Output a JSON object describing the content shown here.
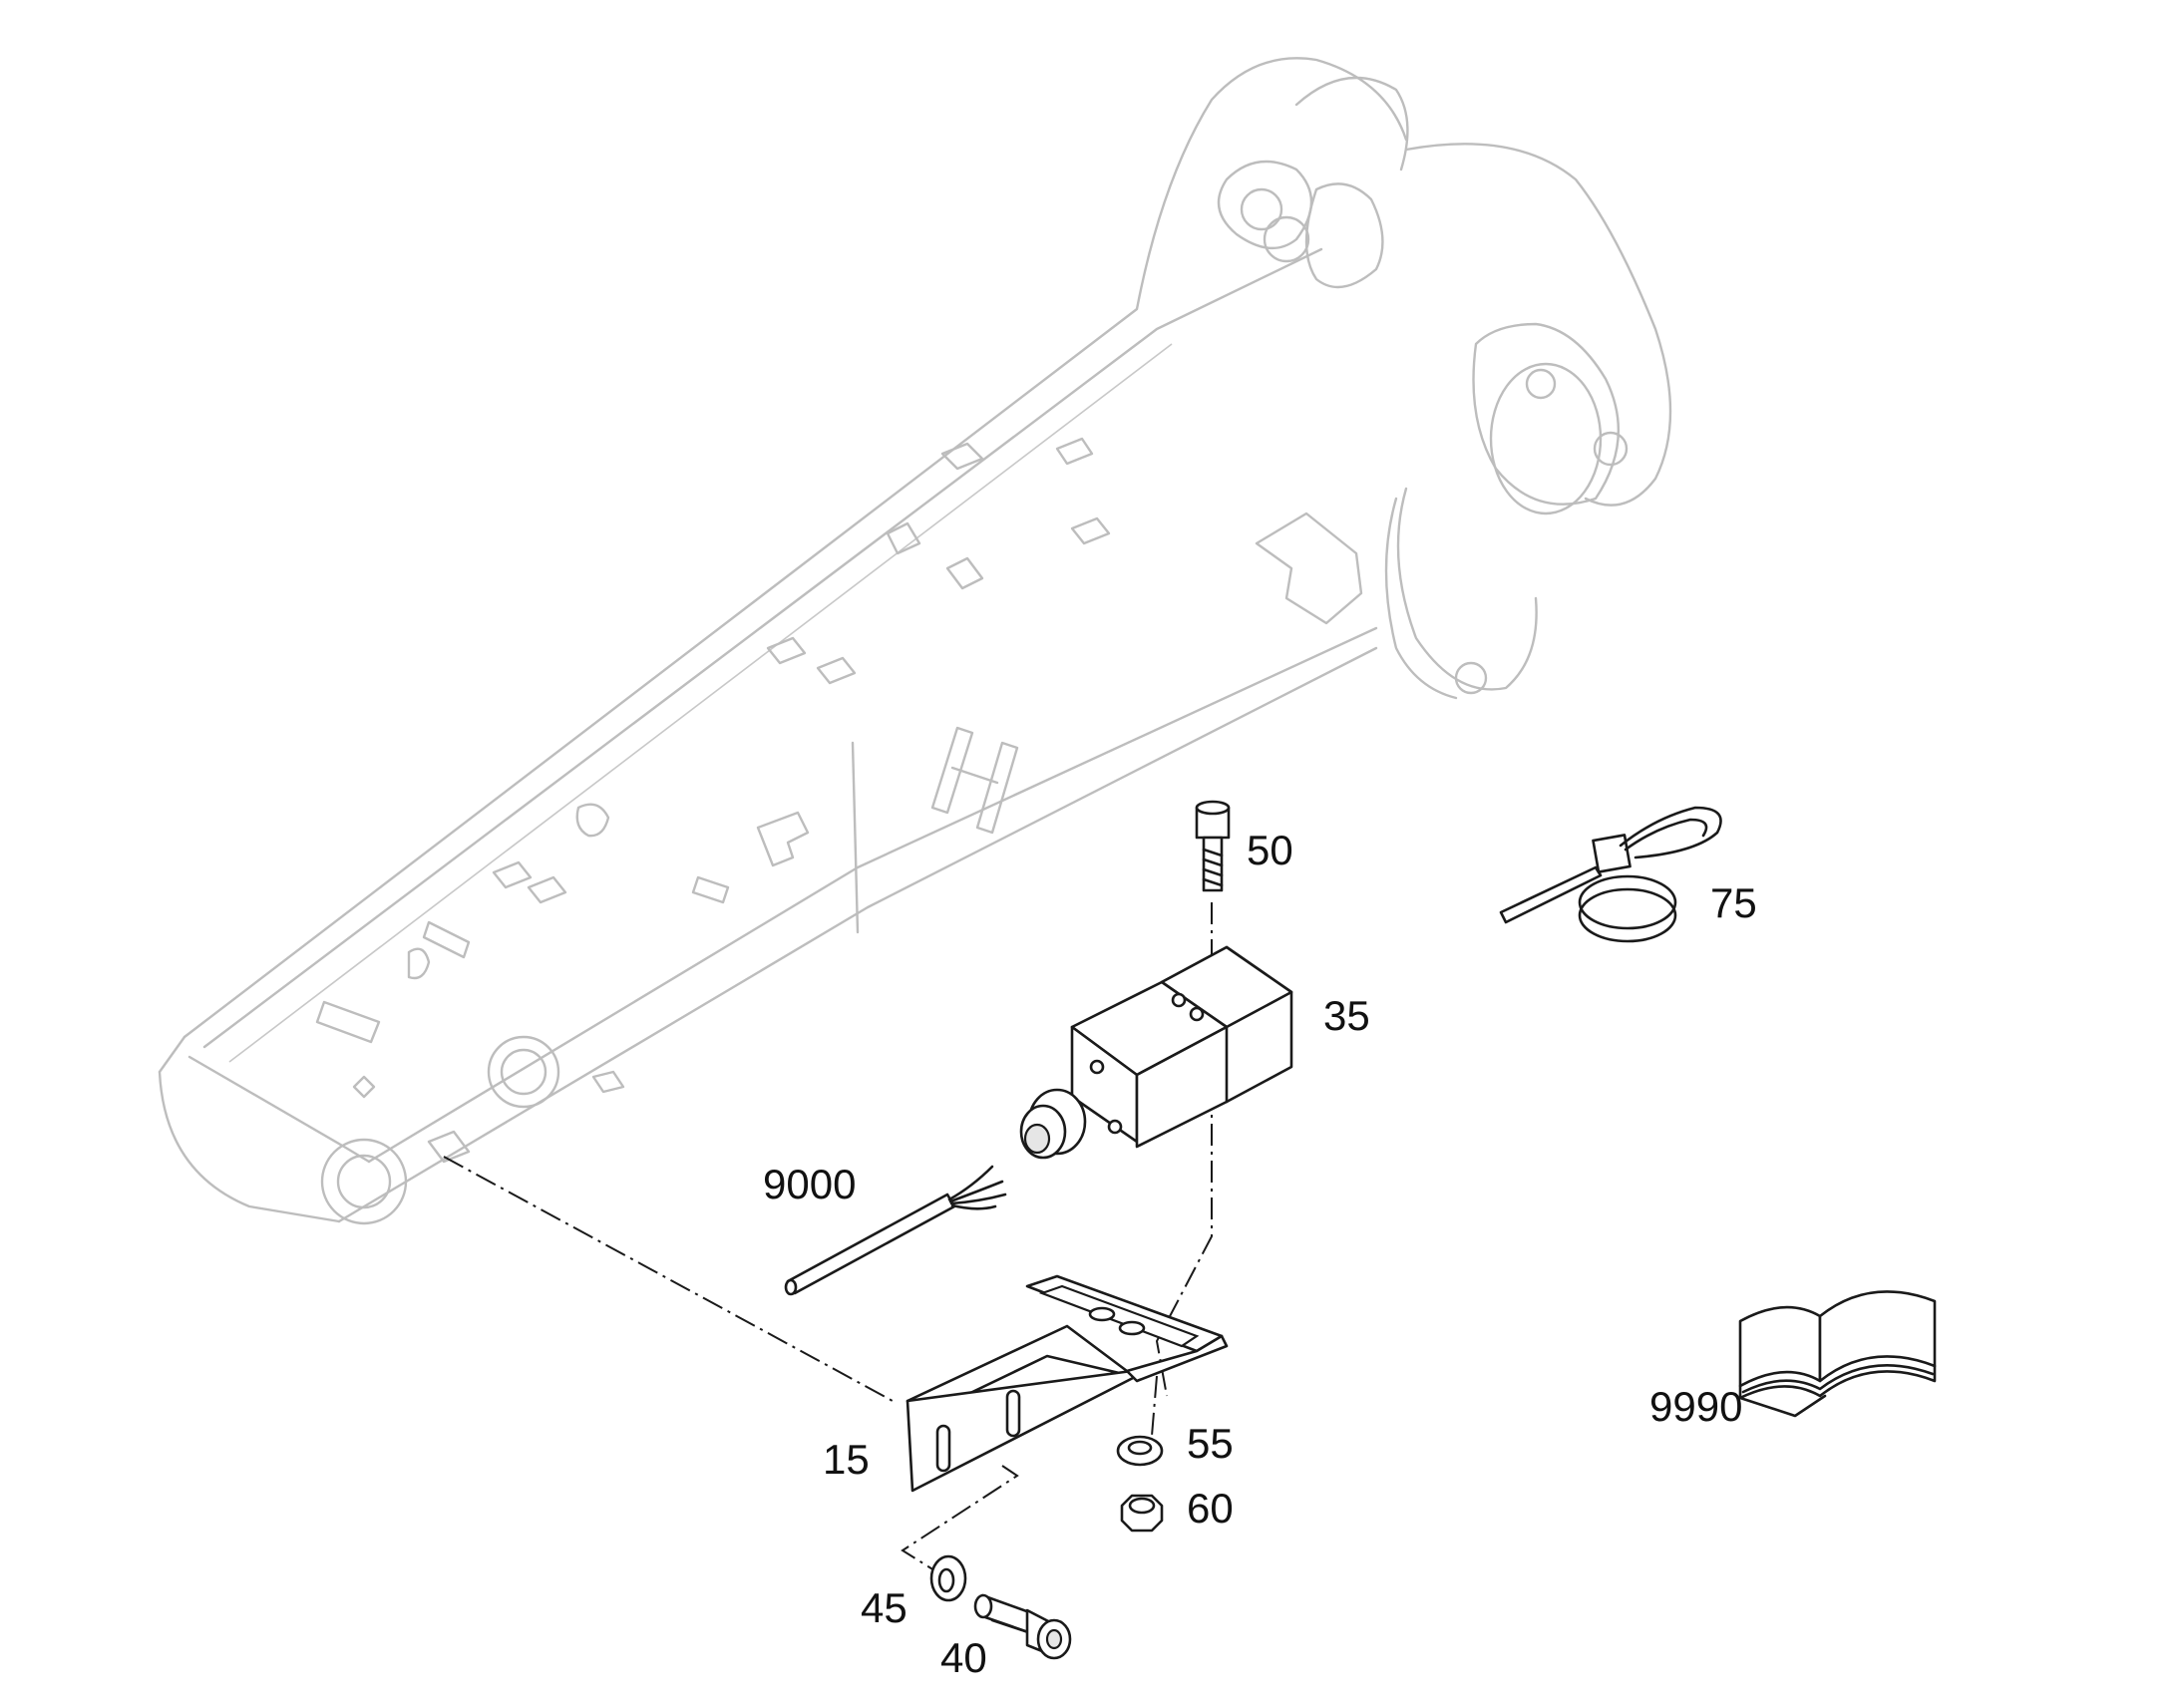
{
  "callouts": {
    "c15": "15",
    "c35": "35",
    "c40": "40",
    "c45": "45",
    "c50": "50",
    "c55": "55",
    "c60": "60",
    "c75": "75",
    "c9000": "9000",
    "c9990": "9990"
  },
  "colors": {
    "background": "#ffffff",
    "ghost_outline": "#bdbdbd",
    "part_outline": "#1a1a1a"
  },
  "icons": {
    "boom": "boom-arm-outline",
    "bracket": "mounting-bracket",
    "switch": "limit-switch",
    "cable": "cable",
    "tie": "cable-tie",
    "manual": "manual-book-icon"
  }
}
